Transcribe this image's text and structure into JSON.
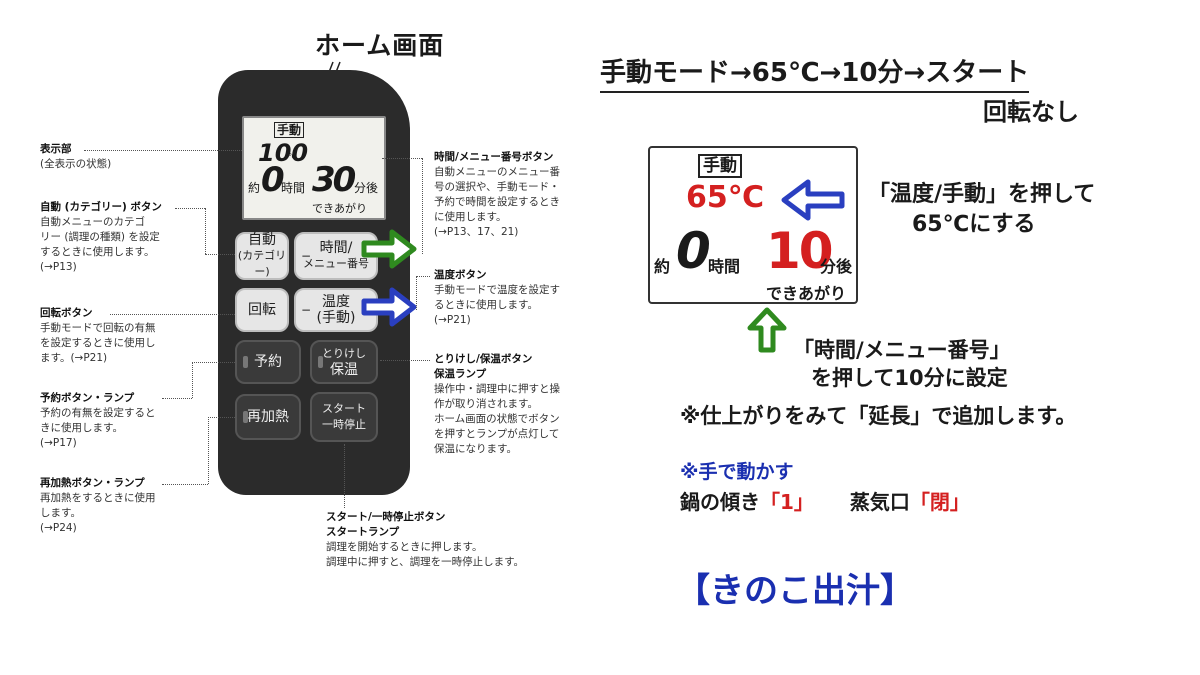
{
  "left": {
    "home_title": "ホーム画面",
    "display": {
      "mode": "手動",
      "temp": "100",
      "temp_unit": "℃",
      "approx": "約",
      "hours": "0",
      "hours_label": "時間",
      "minutes": "30",
      "minutes_label": "分後",
      "done": "できあがり"
    },
    "buttons": {
      "auto": [
        "自動",
        "(カテゴリー)"
      ],
      "time": [
        "時間/",
        "メニュー番号"
      ],
      "rotate": "回転",
      "temp": [
        "温度",
        "(手動)"
      ],
      "reserve": "予約",
      "cancel": [
        "とりけし",
        "保温"
      ],
      "reheat": "再加熱",
      "start": [
        "スタート",
        "一時停止"
      ]
    },
    "annotations": {
      "display": {
        "head": "表示部",
        "lines": [
          "(全表示の状態)"
        ]
      },
      "auto": {
        "head": "自動 (カテゴリー) ボタン",
        "lines": [
          "自動メニューのカテゴ",
          "リー (調理の種類) を設定",
          "するときに使用します。",
          "(→P13)"
        ]
      },
      "rotate": {
        "head": "回転ボタン",
        "lines": [
          "手動モードで回転の有無",
          "を設定するときに使用し",
          "ます。(→P21)"
        ]
      },
      "reserve": {
        "head": "予約ボタン・ランプ",
        "lines": [
          "予約の有無を設定すると",
          "きに使用します。",
          "(→P17)"
        ]
      },
      "reheat": {
        "head": "再加熱ボタン・ランプ",
        "lines": [
          "再加熱をするときに使用",
          "します。",
          "(→P24)"
        ]
      },
      "time": {
        "head": "時間/メニュー番号ボタン",
        "lines": [
          "自動メニューのメニュー番",
          "号の選択や、手動モード・",
          "予約で時間を設定するとき",
          "に使用します。",
          "(→P13、17、21)"
        ]
      },
      "temp": {
        "head": "温度ボタン",
        "lines": [
          "手動モードで温度を設定す",
          "るときに使用します。",
          "(→P21)"
        ]
      },
      "cancel": {
        "head": "とりけし/保温ボタン",
        "head2": "保温ランプ",
        "lines": [
          "操作中・調理中に押すと操",
          "作が取り消されます。",
          "ホーム画面の状態でボタン",
          "を押すとランプが点灯して",
          "保温になります。"
        ]
      },
      "start": {
        "head": "スタート/一時停止ボタン",
        "head2": "スタートランプ",
        "lines": [
          "調理を開始するときに押します。",
          "調理中に押すと、調理を一時停止します。"
        ]
      }
    }
  },
  "right": {
    "title": "手動モード→65℃→10分→スタート",
    "subtitle": "回転なし",
    "display": {
      "mode": "手動",
      "temp": "65℃",
      "approx": "約",
      "hours": "0",
      "hours_label": "時間",
      "minutes": "10",
      "minutes_label": "分後",
      "done": "できあがり"
    },
    "note_temp": [
      "「温度/手動」を押して",
      "65℃にする"
    ],
    "note_time": [
      "「時間/メニュー番号」",
      "を押して10分に設定"
    ],
    "note_extend": "※仕上がりをみて「延長」で追加します。",
    "hand_title": "※手で動かす",
    "tilt": {
      "label1": "鍋の傾き",
      "value1": "「1」",
      "label2": "蒸気口",
      "value2": "「閉」"
    },
    "recipe": "【きのこ出汁】"
  },
  "colors": {
    "accent_red": "#d42020",
    "accent_blue": "#1a2fb0",
    "arrow_green": "#2f8a1f",
    "arrow_blue": "#2a3fc0"
  },
  "icons": [
    "arrow-right-green-icon",
    "arrow-right-blue-icon",
    "arrow-left-blue-icon",
    "arrow-up-green-icon"
  ]
}
